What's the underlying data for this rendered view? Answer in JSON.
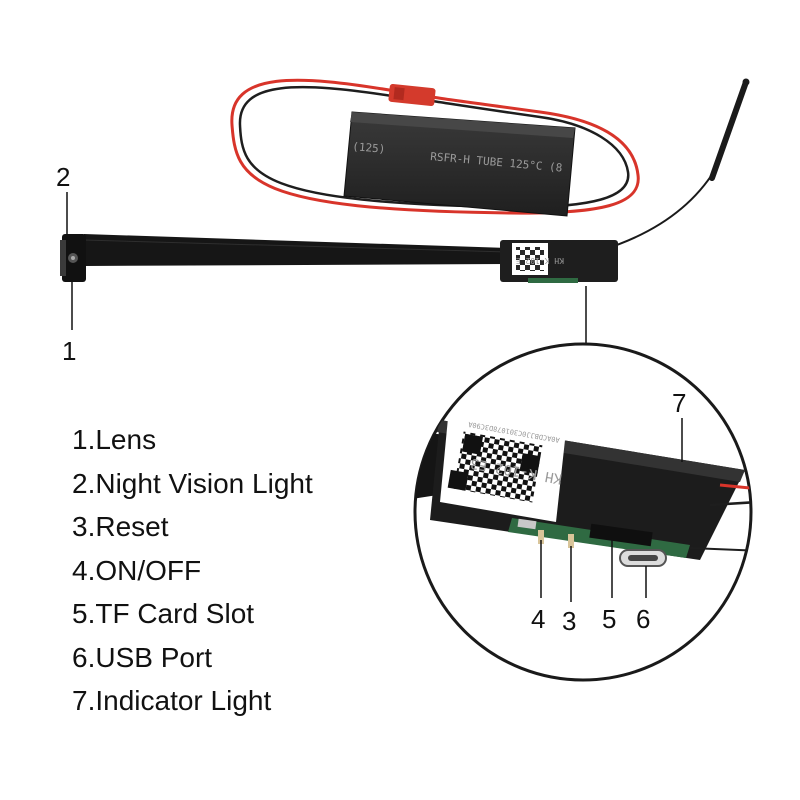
{
  "callouts": {
    "lens_number": "1",
    "night_vision_number": "2",
    "reset_number": "3",
    "on_off_number": "4",
    "tf_slot_number": "5",
    "usb_number": "6",
    "indicator_number": "7"
  },
  "legend": [
    "1.Lens",
    "2.Night Vision Light",
    "3.Reset",
    "4.ON/OFF",
    "5.TF Card Slot",
    "6.USB Port",
    "7.Indicator Light"
  ],
  "battery_label": {
    "left": "(125)",
    "main": "RSFR-H  TUBE  125°C  (8"
  },
  "board_label": "KH K-102 E3",
  "module_label": "KH K-102 E",
  "qr_caption": "A0ACDBJJ0C301078D3C90A",
  "colors": {
    "wire_red": "#d8342a",
    "wire_black": "#1e1e1e",
    "ribbon": "#161616",
    "battery": "#2c2c2c",
    "connector": "#d43a2c",
    "pcb_green": "#2f6a42",
    "background": "#ffffff"
  }
}
